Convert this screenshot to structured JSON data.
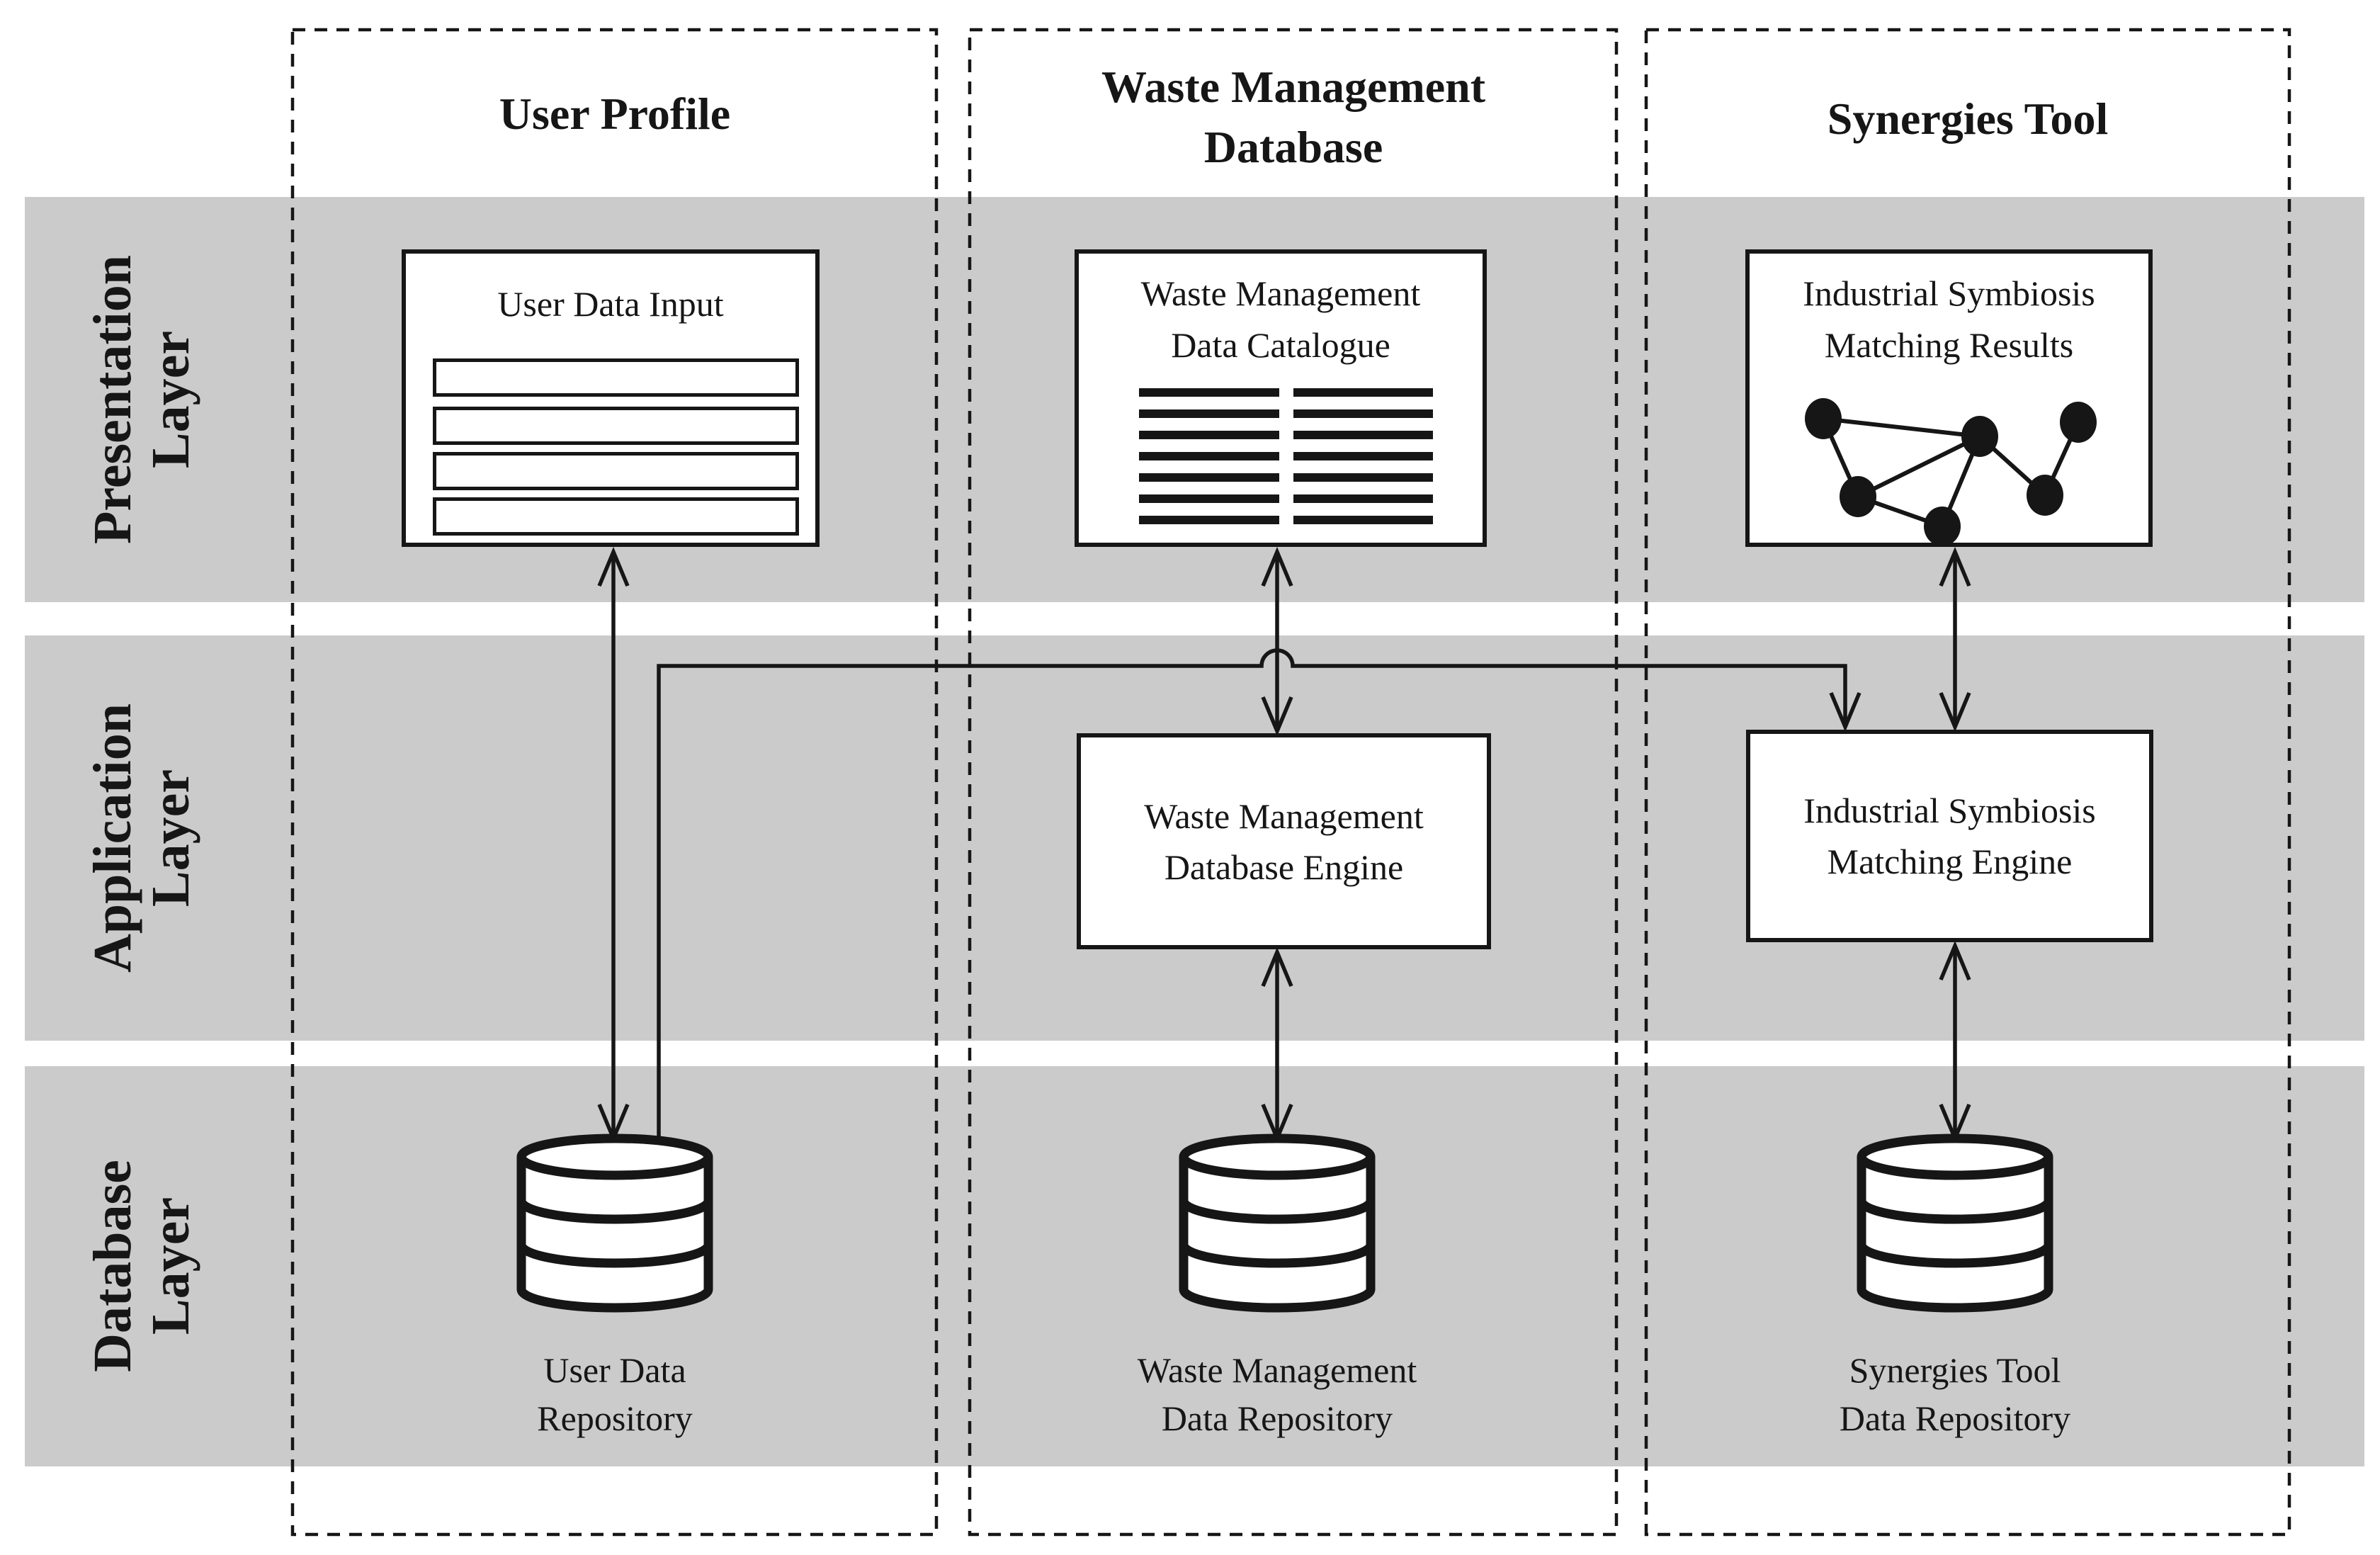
{
  "colors": {
    "band": "#cbcbcb",
    "ink": "#161616",
    "box": "#ffffff",
    "page": "#ffffff"
  },
  "layer_labels": [
    {
      "line1": "Presentation",
      "line2": "Layer"
    },
    {
      "line1": "Application",
      "line2": "Layer"
    },
    {
      "line1": "Database",
      "line2": "Layer"
    }
  ],
  "column_titles": [
    {
      "title": "User Profile"
    },
    {
      "line1": "Waste Management",
      "line2": "Database"
    },
    {
      "title": "Synergies Tool"
    }
  ],
  "presentation_boxes": {
    "user_data_input": {
      "title": "User Data Input"
    },
    "wm_data_catalogue": {
      "line1": "Waste Management",
      "line2": "Data Catalogue"
    },
    "is_matching_results": {
      "line1": "Industrial Symbiosis",
      "line2": "Matching Results"
    }
  },
  "application_boxes": {
    "wm_database_engine": {
      "line1": "Waste Management",
      "line2": "Database Engine"
    },
    "is_matching_engine": {
      "line1": "Industrial Symbiosis",
      "line2": "Matching Engine"
    }
  },
  "database_labels": {
    "user_data_repository": {
      "line1": "User Data",
      "line2": "Repository"
    },
    "wm_data_repository": {
      "line1": "Waste Management",
      "line2": "Data Repository"
    },
    "synergies_data_repository": {
      "line1": "Synergies Tool",
      "line2": "Data Repository"
    }
  }
}
